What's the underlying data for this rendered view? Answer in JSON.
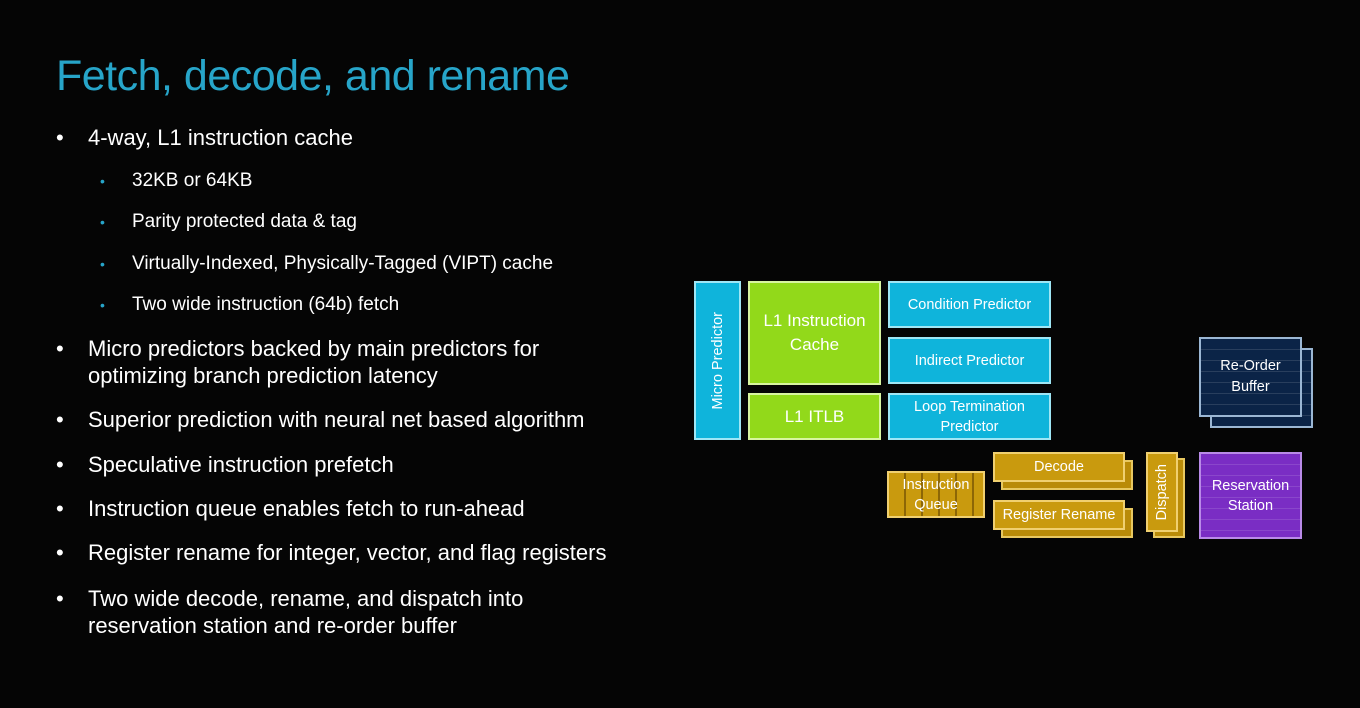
{
  "slide": {
    "title": "Fetch, decode, and rename",
    "bullets": [
      {
        "text": "4-way, L1 instruction cache",
        "sub": [
          "32KB or 64KB",
          "Parity protected data & tag",
          "Virtually-Indexed, Physically-Tagged (VIPT) cache",
          "Two wide instruction (64b) fetch"
        ]
      },
      {
        "line1": "Micro predictors backed by main predictors for",
        "line2": "optimizing branch prediction latency"
      },
      {
        "text": "Superior prediction with neural net based algorithm"
      },
      {
        "text": "Speculative instruction prefetch"
      },
      {
        "text": "Instruction queue enables fetch to run-ahead"
      },
      {
        "text": "Register rename for integer, vector, and flag registers"
      },
      {
        "line1": "Two wide decode, rename, and dispatch into",
        "line2": "reservation station and re-order buffer"
      }
    ],
    "bullet_char": "•"
  },
  "diagram": {
    "micro_predictor": "Micro Predictor",
    "l1_icache_line1": "L1 Instruction",
    "l1_icache_line2": "Cache",
    "l1_itlb": "L1 ITLB",
    "condition_predictor": "Condition Predictor",
    "indirect_predictor": "Indirect Predictor",
    "loop_term_line1": "Loop Termination",
    "loop_term_line2": "Predictor",
    "iq_line1": "Instruction",
    "iq_line2": "Queue",
    "decode": "Decode",
    "register_rename": "Register Rename",
    "dispatch": "Dispatch",
    "rob_line1": "Re-Order",
    "rob_line2": "Buffer",
    "rs_line1": "Reservation",
    "rs_line2": "Station"
  },
  "colors": {
    "title": "#27a5c9",
    "predictor_blue": "#0fb4db",
    "cache_green": "#92d91a",
    "pipeline_gold": "#c99a0e",
    "rob_navy": "#0b2447",
    "rs_purple": "#7a2dc4"
  }
}
